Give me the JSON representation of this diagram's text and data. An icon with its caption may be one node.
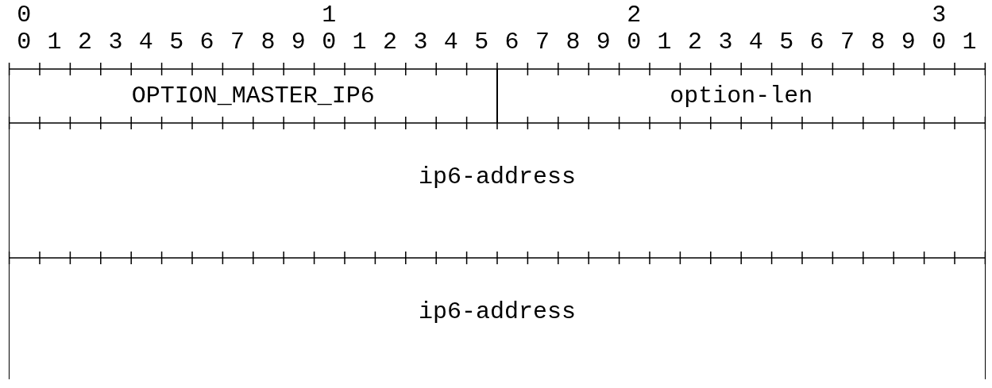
{
  "diagram": {
    "nodes": [
      {
        "text": [
          "OPTION_MASTER_IP6"
        ]
      },
      {
        "text": [
          "option-len"
        ]
      },
      {
        "text": [
          "ip6-address"
        ]
      },
      {
        "text": [
          "ip6-address"
        ]
      }
    ],
    "labels": [
      "0",
      "1",
      "2",
      "3",
      "0",
      "1",
      "2",
      "3",
      "4",
      "5",
      "6",
      "7",
      "8",
      "9",
      "0",
      "1",
      "2",
      "3",
      "4",
      "5",
      "6",
      "7",
      "8",
      "9",
      "0",
      "1",
      "2",
      "3",
      "4",
      "5",
      "6",
      "7",
      "8",
      "9",
      "0",
      "1"
    ]
  }
}
